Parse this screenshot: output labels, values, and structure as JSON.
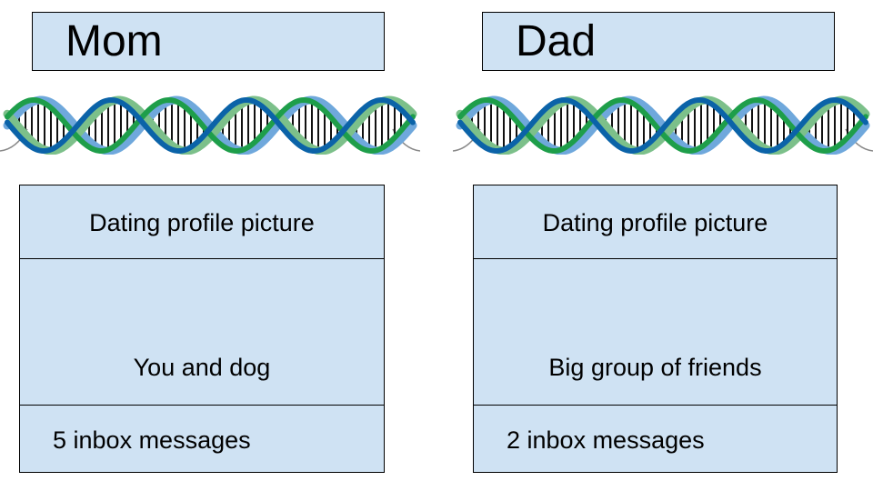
{
  "columns": {
    "left": {
      "title": "Mom",
      "profile_label": "Dating profile picture",
      "photo_caption": "You and dog",
      "inbox_label": "5 inbox messages"
    },
    "right": {
      "title": "Dad",
      "profile_label": "Dating profile picture",
      "photo_caption": "Big group of friends",
      "inbox_label": "2 inbox messages"
    }
  },
  "colors": {
    "box_fill": "#cfe2f3",
    "box_border": "#000000",
    "dna_light_blue": "#6fa8dc",
    "dna_green": "#1e9e4a",
    "dna_dark_blue": "#0b63a8",
    "dna_light_green": "#7cc08a"
  },
  "icons": [
    "dna-helix-icon",
    "dna-helix-icon"
  ]
}
